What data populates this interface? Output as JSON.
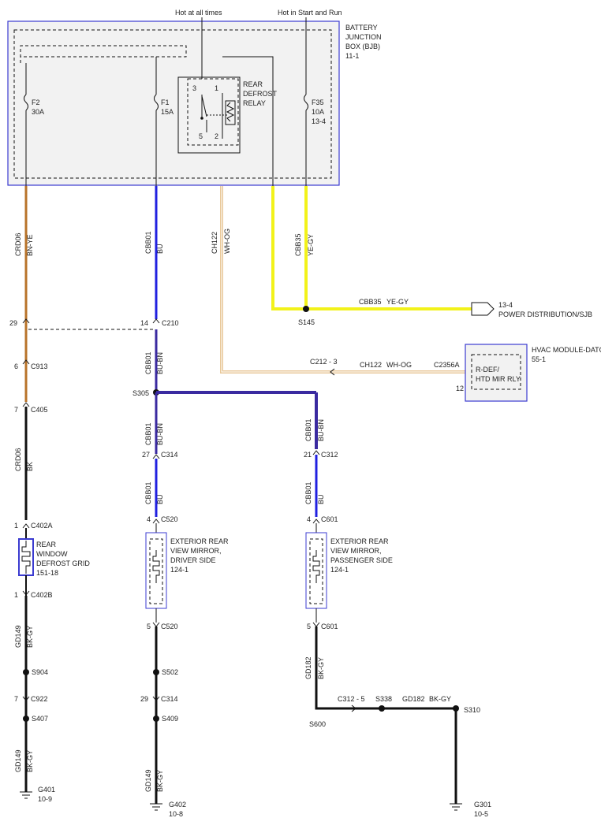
{
  "top_labels": {
    "hot_at_all_times": "Hot at all times",
    "hot_in_start_run": "Hot in Start and Run"
  },
  "bjb": {
    "title": [
      "BATTERY",
      "JUNCTION",
      "BOX (BJB)",
      "11-1"
    ]
  },
  "fuses": {
    "f2": {
      "name": "F2",
      "rating": "30A"
    },
    "f1": {
      "name": "F1",
      "rating": "15A"
    },
    "f35": {
      "name": "F35",
      "rating": "10A",
      "ref": "13-4"
    }
  },
  "relay": {
    "label": [
      "REAR",
      "DEFROST",
      "RELAY"
    ],
    "pins": [
      "3",
      "1",
      "5",
      "2"
    ]
  },
  "wires": {
    "crd06_bn_ye": {
      "circuit": "CRD06",
      "color": "BN-YE"
    },
    "cbb01_bu": {
      "circuit": "CBB01",
      "color": "BU"
    },
    "ch122_wh_og": {
      "circuit": "CH122",
      "color": "WH-OG"
    },
    "cbb35_ye_gy": {
      "circuit": "CBB35",
      "color": "YE-GY"
    },
    "cbb01_bu_bn_a": {
      "circuit": "CBB01",
      "color": "BU-BN"
    },
    "crd06_bk": {
      "circuit": "CRD06",
      "color": "BK"
    },
    "cbb01_bu_bn_b": {
      "circuit": "CBB01",
      "color": "BU-BN"
    },
    "cbb01_bu_bn_c": {
      "circuit": "CBB01",
      "color": "BU-BN"
    },
    "cbb01_bu_b": {
      "circuit": "CBB01",
      "color": "BU"
    },
    "cbb01_bu_c": {
      "circuit": "CBB01",
      "color": "BU"
    },
    "gd149_bk_gy_a": {
      "circuit": "GD149",
      "color": "BK-GY"
    },
    "gd149_bk_gy_b": {
      "circuit": "GD149",
      "color": "BK-GY"
    },
    "gd149_bk_gy_c": {
      "circuit": "GD149",
      "color": "BK-GY"
    },
    "gd182_bk_gy_a": {
      "circuit": "GD182",
      "color": "BK-GY"
    },
    "cbb35_h": {
      "circuit": "CBB35",
      "color": "YE-GY"
    },
    "ch122_h": {
      "circuit": "CH122",
      "color": "WH-OG"
    },
    "gd182_h": {
      "circuit": "GD182",
      "color": "BK-GY"
    }
  },
  "connectors": {
    "c210": {
      "pin_left": "29",
      "pin_right": "14",
      "name": "C210"
    },
    "c913": {
      "pin": "6",
      "name": "C913"
    },
    "c405": {
      "pin": "7",
      "name": "C405"
    },
    "c402a": {
      "pin": "1",
      "name": "C402A"
    },
    "c402b": {
      "pin": "1",
      "name": "C402B"
    },
    "c922": {
      "pin": "7",
      "name": "C922"
    },
    "c314a": {
      "pin": "27",
      "name": "C314"
    },
    "c520a": {
      "pin": "4",
      "name": "C520"
    },
    "c520b": {
      "pin": "5",
      "name": "C520"
    },
    "c314b": {
      "pin": "29",
      "name": "C314"
    },
    "c312": {
      "pin": "21",
      "name": "C312"
    },
    "c601a": {
      "pin": "4",
      "name": "C601"
    },
    "c601b": {
      "pin": "5",
      "name": "C601"
    },
    "c212": {
      "name": "C212 - 3"
    },
    "c2356a": {
      "name": "C2356A",
      "pin": "12"
    },
    "c312_5": {
      "name": "C312 - 5"
    }
  },
  "splices": {
    "s145": "S145",
    "s305": "S305",
    "s904": "S904",
    "s407": "S407",
    "s502": "S502",
    "s409": "S409",
    "s600": "S600",
    "s338": "S338",
    "s310": "S310"
  },
  "power_dist": {
    "ref": "13-4",
    "name": "POWER DISTRIBUTION/SJB"
  },
  "hvac": {
    "title": "HVAC MODULE-DATC",
    "ref": "55-1",
    "inner": [
      "R-DEF/",
      "HTD MIR RLY"
    ]
  },
  "components": {
    "grid": [
      "REAR",
      "WINDOW",
      "DEFROST GRID",
      "151-18"
    ],
    "mirror_driver": [
      "EXTERIOR REAR",
      "VIEW MIRROR,",
      "DRIVER SIDE",
      "124-1"
    ],
    "mirror_pass": [
      "EXTERIOR REAR",
      "VIEW MIRROR,",
      "PASSENGER SIDE",
      "124-1"
    ]
  },
  "grounds": {
    "g401": {
      "name": "G401",
      "ref": "10-9"
    },
    "g402": {
      "name": "G402",
      "ref": "10-8"
    },
    "g301": {
      "name": "G301",
      "ref": "10-5"
    }
  },
  "colors": {
    "brown": "#b8732a",
    "blue": "#2020e0",
    "purple": "#3a2aa0",
    "yellow": "#f2f21a",
    "tan": "#e8c89a",
    "black": "#111111",
    "box_border": "#3b3bd0",
    "box_fill": "#f2f2f2"
  }
}
